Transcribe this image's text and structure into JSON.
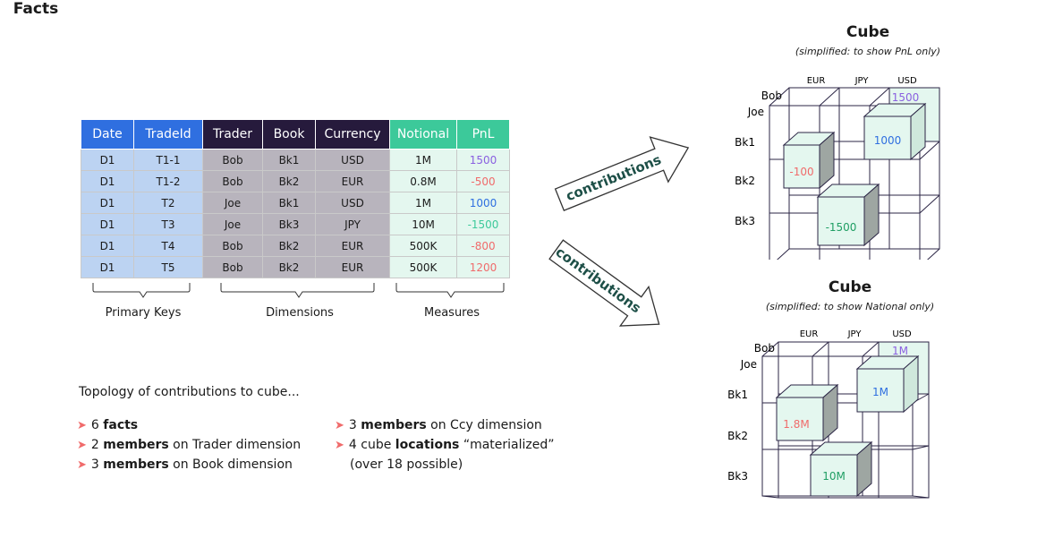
{
  "facts": {
    "title": "Facts",
    "headers": {
      "date": "Date",
      "trade_id": "TradeId",
      "trader": "Trader",
      "book": "Book",
      "currency": "Currency",
      "notional": "Notional",
      "pnl": "PnL"
    },
    "rows": [
      {
        "date": "D1",
        "trade_id": "T1-1",
        "trader": "Bob",
        "book": "Bk1",
        "currency": "USD",
        "notional": "1M",
        "pnl": "1500"
      },
      {
        "date": "D1",
        "trade_id": "T1-2",
        "trader": "Bob",
        "book": "Bk2",
        "currency": "EUR",
        "notional": "0.8M",
        "pnl": "-500"
      },
      {
        "date": "D1",
        "trade_id": "T2",
        "trader": "Joe",
        "book": "Bk1",
        "currency": "USD",
        "notional": "1M",
        "pnl": "1000"
      },
      {
        "date": "D1",
        "trade_id": "T3",
        "trader": "Joe",
        "book": "Bk3",
        "currency": "JPY",
        "notional": "10M",
        "pnl": "-1500"
      },
      {
        "date": "D1",
        "trade_id": "T4",
        "trader": "Bob",
        "book": "Bk2",
        "currency": "EUR",
        "notional": "500K",
        "pnl": "-800"
      },
      {
        "date": "D1",
        "trade_id": "T5",
        "trader": "Bob",
        "book": "Bk2",
        "currency": "EUR",
        "notional": "500K",
        "pnl": "1200"
      }
    ],
    "groups": {
      "primary_keys": "Primary Keys",
      "dimensions": "Dimensions",
      "measures": "Measures"
    }
  },
  "arrows": {
    "top": "contributions",
    "bottom": "contributions"
  },
  "cube_pnl": {
    "title": "Cube",
    "subtitle": "(simplified: to show PnL only)",
    "currencies": [
      "EUR",
      "JPY",
      "USD"
    ],
    "traders": [
      "Bob",
      "Joe"
    ],
    "books": [
      "Bk1",
      "Bk2",
      "Bk3"
    ],
    "cells": {
      "bob_usd_bk1": "1500",
      "joe_usd_bk1": "1000",
      "eur_bk2": "-100",
      "jpy_bk3": "-1500"
    }
  },
  "cube_notional": {
    "title": "Cube",
    "subtitle": "(simplified: to show National only)",
    "currencies": [
      "EUR",
      "JPY",
      "USD"
    ],
    "traders": [
      "Bob",
      "Joe"
    ],
    "books": [
      "Bk1",
      "Bk2",
      "Bk3"
    ],
    "cells": {
      "bob_usd_bk1": "1M",
      "joe_usd_bk1": "1M",
      "eur_bk2": "1.8M",
      "jpy_bk3": "10M"
    }
  },
  "topology": {
    "intro": "Topology of contributions to cube...",
    "items": [
      {
        "count": "6",
        "term": "facts",
        "rest": ""
      },
      {
        "count": "2",
        "term": "members",
        "rest": "on Trader dimension"
      },
      {
        "count": "3",
        "term": "members",
        "rest": "on Book dimension"
      },
      {
        "count": "3",
        "term": "members",
        "rest": "on Ccy dimension"
      },
      {
        "count": "4 cube",
        "term": "locations",
        "rest": "“materialized”"
      }
    ],
    "item5_line2": "(over 18 possible)"
  },
  "colors": {
    "pk": "#2f6fe0",
    "dim": "#261a3c",
    "meas": "#3cc99a",
    "red": "#f06b6b",
    "blue": "#2f6fe0",
    "green": "#1f9e63",
    "purple": "#8a60e0",
    "teal_text": "#1d4f47"
  }
}
